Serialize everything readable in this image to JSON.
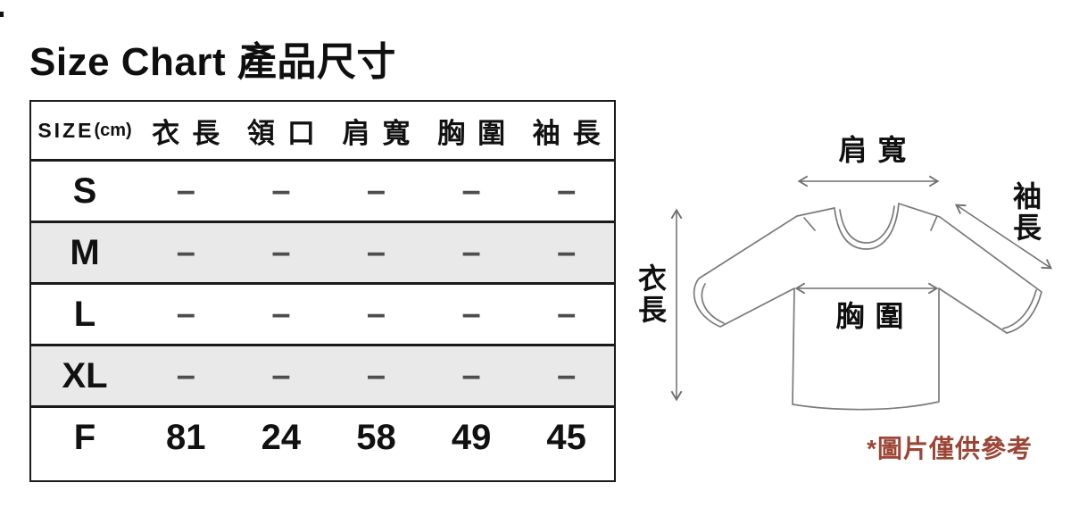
{
  "title": "Size Chart 產品尺寸",
  "table": {
    "size_header": {
      "label": "SIZE",
      "unit": "(cm)"
    },
    "columns": [
      "衣長",
      "領口",
      "肩寬",
      "胸圍",
      "袖長"
    ],
    "rows": [
      {
        "size": "S",
        "values": [
          "–",
          "–",
          "–",
          "–",
          "–"
        ]
      },
      {
        "size": "M",
        "values": [
          "–",
          "–",
          "–",
          "–",
          "–"
        ]
      },
      {
        "size": "L",
        "values": [
          "–",
          "–",
          "–",
          "–",
          "–"
        ]
      },
      {
        "size": "XL",
        "values": [
          "–",
          "–",
          "–",
          "–",
          "–"
        ]
      },
      {
        "size": "F",
        "values": [
          "81",
          "24",
          "58",
          "49",
          "45"
        ]
      }
    ]
  },
  "diagram": {
    "shoulder_label": "肩寬",
    "sleeve_label": "袖長",
    "length_label": "衣長",
    "chest_label": "胸圍",
    "note": "*圖片僅供參考",
    "note_color": "#9c4536",
    "outline_color": "#7a7a7a",
    "arrow_color": "#6f6f6f",
    "stripe_color": "#e9e9e9"
  }
}
